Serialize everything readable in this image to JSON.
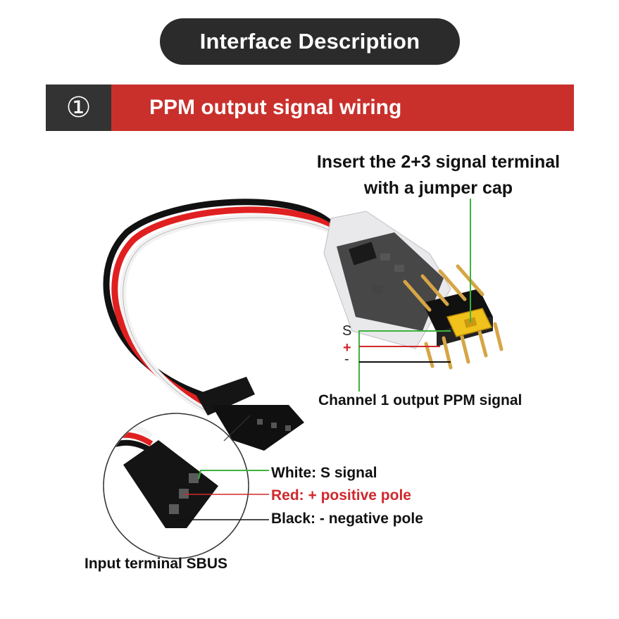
{
  "header": {
    "title": "Interface Description"
  },
  "section": {
    "number": "①",
    "title": "PPM output signal wiring"
  },
  "callouts": {
    "jumper_line1": "Insert the 2+3 signal terminal",
    "jumper_line2": "with a jumper cap",
    "channel_output": "Channel 1 output PPM signal",
    "input_terminal": "Input terminal SBUS"
  },
  "pins": {
    "s": "S",
    "plus": "+",
    "minus": "-"
  },
  "wires": {
    "white": "White: S signal",
    "red": "Red: + positive pole",
    "black": "Black: - negative pole"
  },
  "colors": {
    "title_bg": "#2b2b2b",
    "banner_red": "#c9302c",
    "banner_dark": "#333333",
    "signal_green": "#3cb33c",
    "red_label": "#d0282c"
  }
}
